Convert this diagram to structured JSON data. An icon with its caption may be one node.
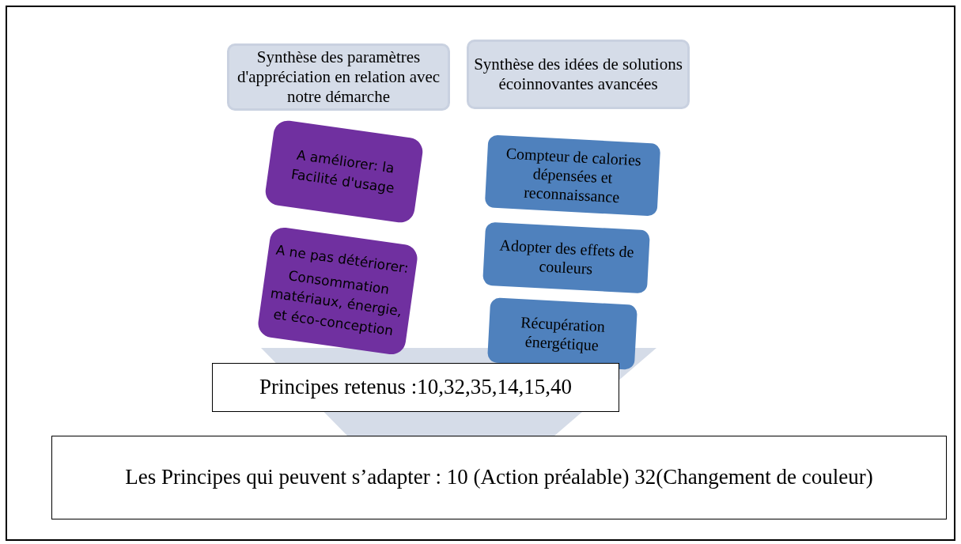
{
  "diagram": {
    "nodes": [
      {
        "text": [
          "Synthèse des paramètres d'appréciation en relation avec notre démarche"
        ]
      },
      {
        "text": [
          "Synthèse des idées de solutions écoinnovantes avancées"
        ]
      },
      {
        "text": [
          "A améliorer: la Facilité d'usage"
        ]
      },
      {
        "text": [
          "A ne pas détériorer:",
          "Consommation matériaux, énergie, et éco-conception"
        ]
      },
      {
        "text": [
          "Compteur de calories dépensées et reconnaissance"
        ]
      },
      {
        "text": [
          "Adopter des effets de couleurs"
        ]
      },
      {
        "text": [
          "Récupération énergétique"
        ]
      },
      {
        "text": [
          "Principes retenus :10,32,35,14,15,40"
        ]
      },
      {
        "text": [
          "Les Principes qui peuvent s’adapter : 10 (Action préalable) 32(Changement de couleur)"
        ]
      }
    ],
    "edges": []
  }
}
